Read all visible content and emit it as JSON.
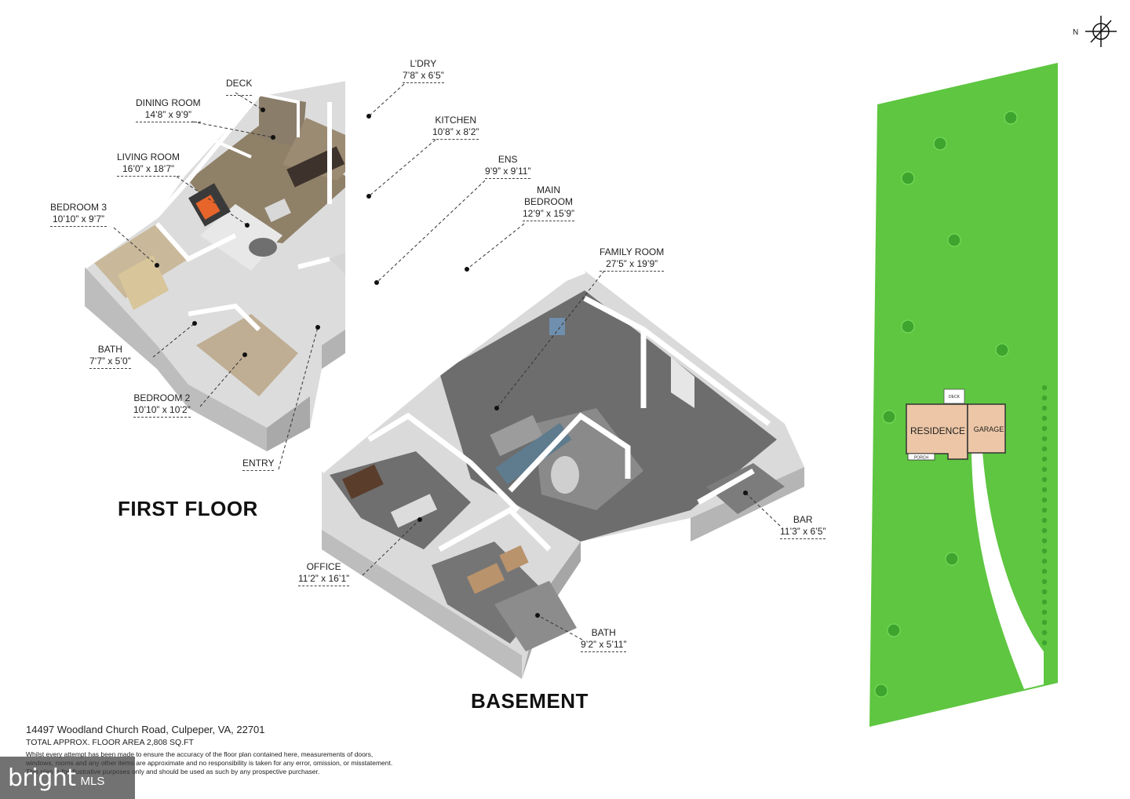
{
  "labels": {
    "deck": {
      "name": "DECK",
      "dim": ""
    },
    "laundry": {
      "name": "L’DRY",
      "dim": "7’8” x 6’5”"
    },
    "dining": {
      "name": "DINING ROOM",
      "dim": "14’8” x 9’9”"
    },
    "kitchen": {
      "name": "KITCHEN",
      "dim": "10’8” x 8’2”"
    },
    "living": {
      "name": "LIVING ROOM",
      "dim": "16’0” x 18’7”"
    },
    "ensuite": {
      "name": "ENS",
      "dim": "9’9” x 9’11”"
    },
    "main_bed": {
      "name": "MAIN",
      "name2": "BEDROOM",
      "dim": "12’9” x 15’9”"
    },
    "bedroom3": {
      "name": "BEDROOM 3",
      "dim": "10’10” x 9’7”"
    },
    "family": {
      "name": "FAMILY ROOM",
      "dim": "27’5” x 19’9”"
    },
    "bath1": {
      "name": "BATH",
      "dim": "7’7” x 5’0”"
    },
    "bedroom2": {
      "name": "BEDROOM 2",
      "dim": "10’10” x 10’2”"
    },
    "entry": {
      "name": "ENTRY"
    },
    "office": {
      "name": "OFFICE",
      "dim": "11’2” x 16’1”"
    },
    "bar": {
      "name": "BAR",
      "dim": "11’3” x 6’5”"
    },
    "bath2": {
      "name": "BATH",
      "dim": "9’2” x 5’11”"
    }
  },
  "floors": {
    "first": "FIRST FLOOR",
    "basement": "BASEMENT"
  },
  "site_plan": {
    "residence": "RESIDENCE",
    "garage": "GARAGE",
    "deck": "DECK",
    "porch": "PORCH",
    "north": "N",
    "lawn_color": "#5ec640",
    "tree_color": "#3da42e",
    "house_color": "#ecc6a6"
  },
  "footer": {
    "address": "14497 Woodland Church Road, Culpeper, VA, 22701",
    "area": "TOTAL APPROX. FLOOR AREA 2,808 SQ.FT",
    "disclaimer1": "Whilst every attempt has been made to ensure the accuracy of the floor plan contained here, measurements of doors,",
    "disclaimer2": "windows, rooms and any other items are approximate and no responsibility is taken for any error, omission, or misstatement.",
    "disclaimer3": "This plan is for illustrative purposes only and should be used as such by any prospective purchaser."
  },
  "watermark": {
    "brand": "bright",
    "suffix": "MLS"
  }
}
